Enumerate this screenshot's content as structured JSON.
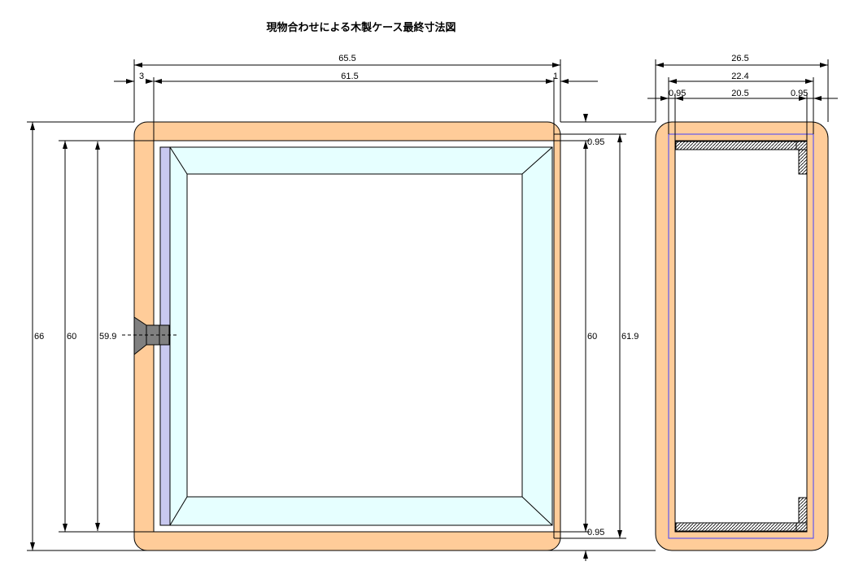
{
  "title": "現物合わせによる木製ケース最終寸法図",
  "front_view": {
    "dims": {
      "overall_width": "65.5",
      "left_wall": "3",
      "inner_width": "61.5",
      "right_wall": "1",
      "overall_height": "66",
      "inner_height": "60",
      "panel_height": "59.9",
      "right_inner_height": "60",
      "right_outer_height": "61.9",
      "top_gap": "0.95",
      "bottom_gap": "0.95"
    }
  },
  "side_view": {
    "dims": {
      "overall_width": "26.5",
      "inner_width": "22.4",
      "left_gap": "0.95",
      "middle_width": "20.5",
      "right_gap": "0.95"
    }
  },
  "colors": {
    "wood": "#ffcc99",
    "glass": "#e6ffff",
    "panel": "#c8c8f0",
    "blue_line": "#4040ff",
    "screw": "#808080"
  }
}
